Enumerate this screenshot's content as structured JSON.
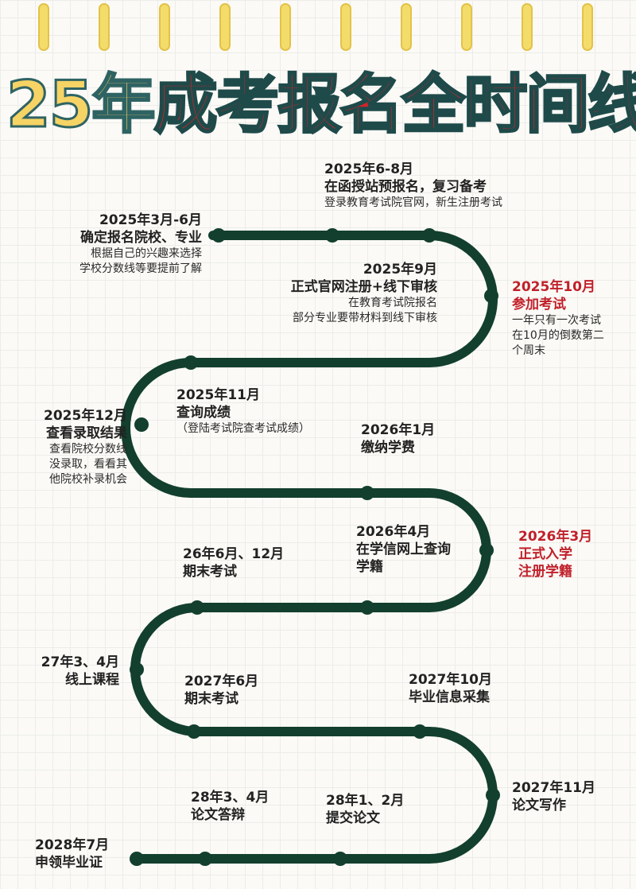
{
  "title": {
    "part1": "25年",
    "part2": "成考报名",
    "part3": "全时间线"
  },
  "events": [
    {
      "date": "2025年6-8月",
      "title": "在函授站预报名，复习备考",
      "lines": [
        "登录教育考试院官网，新生注册考试"
      ]
    },
    {
      "date": "2025年3月-6月",
      "title": "确定报名院校、专业",
      "lines": [
        "根据自己的兴趣来选择",
        "学校分数线等要提前了解"
      ]
    },
    {
      "date": "2025年9月",
      "title": "正式官网注册+线下审核",
      "lines": [
        "在教育考试院报名",
        "部分专业要带材料到线下审核"
      ]
    },
    {
      "date": "2025年10月",
      "title": "参加考试",
      "lines": [
        "一年只有一次考试",
        "在10月的倒数第二",
        "个周末"
      ],
      "highlight": true
    },
    {
      "date": "2025年11月",
      "title": "查询成绩",
      "lines": [
        "（登陆考试院查考试成绩）"
      ]
    },
    {
      "date": "2025年12月",
      "title": "查看录取结果",
      "lines": [
        "查看院校分数线",
        "没录取，看看其",
        "他院校补录机会"
      ]
    },
    {
      "date": "2026年1月",
      "title": "缴纳学费",
      "lines": []
    },
    {
      "date": "2026年4月",
      "title": "在学信网上查询",
      "extra": "学籍",
      "lines": []
    },
    {
      "date": "2026年3月",
      "title": "正式入学",
      "extra": "注册学籍",
      "lines": [],
      "highlight": true
    },
    {
      "date": "26年6月、12月",
      "title": "期末考试",
      "lines": []
    },
    {
      "date": "27年3、4月",
      "title": "线上课程",
      "lines": []
    },
    {
      "date": "2027年6月",
      "title": "期末考试",
      "lines": []
    },
    {
      "date": "2027年10月",
      "title": "毕业信息采集",
      "lines": []
    },
    {
      "date": "2027年11月",
      "title": "论文写作",
      "lines": []
    },
    {
      "date": "28年3、4月",
      "title": "论文答辩",
      "lines": []
    },
    {
      "date": "28年1、2月",
      "title": "提交论文",
      "lines": []
    },
    {
      "date": "2028年7月",
      "title": "申领毕业证",
      "lines": []
    }
  ],
  "colors": {
    "track": "#133f2e",
    "highlight": "#c0202a",
    "title_yellow": "#f6d365",
    "title_red": "#d4232a",
    "ring": "#f4dc6a"
  }
}
